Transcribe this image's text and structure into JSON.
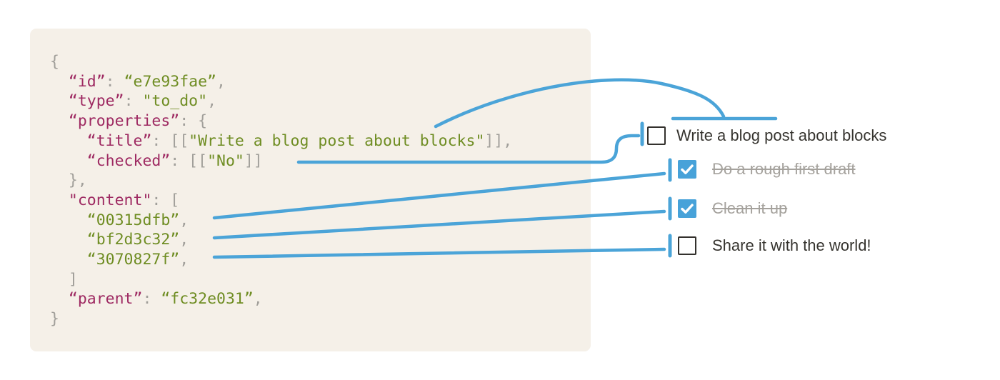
{
  "colors": {
    "arrow_blue": "#4BA4D8",
    "checkbox_blue": "#47A2D9",
    "code_bg": "#F5F0E8",
    "code_key": "#9E2A62",
    "code_value": "#6F8D23",
    "code_punct": "#A19F9A",
    "todo_text_dark": "#36342F",
    "todo_text_done": "#A5A29D"
  },
  "code_block": {
    "language": "json",
    "lines": [
      [
        [
          "p",
          "{"
        ]
      ],
      [
        [
          "p",
          "  "
        ],
        [
          "k",
          "“id”"
        ],
        [
          "p",
          ": "
        ],
        [
          "v",
          "“e7e93fae”"
        ],
        [
          "p",
          ","
        ]
      ],
      [
        [
          "p",
          "  "
        ],
        [
          "k",
          "“type”"
        ],
        [
          "p",
          ": "
        ],
        [
          "v",
          "\"to_do\""
        ],
        [
          "p",
          ","
        ]
      ],
      [
        [
          "p",
          "  "
        ],
        [
          "k",
          "“properties”"
        ],
        [
          "p",
          ": {"
        ]
      ],
      [
        [
          "p",
          "    "
        ],
        [
          "k",
          "“title”"
        ],
        [
          "p",
          ": [["
        ],
        [
          "v",
          "\"Write a blog post about blocks\""
        ],
        [
          "p",
          "]],"
        ]
      ],
      [
        [
          "p",
          "    "
        ],
        [
          "k",
          "“checked”"
        ],
        [
          "p",
          ": [["
        ],
        [
          "v",
          "\"No\""
        ],
        [
          "p",
          "]]"
        ]
      ],
      [
        [
          "p",
          "  },"
        ]
      ],
      [
        [
          "p",
          "  "
        ],
        [
          "k",
          "\"content\""
        ],
        [
          "p",
          ": ["
        ]
      ],
      [
        [
          "p",
          "    "
        ],
        [
          "v",
          "“00315dfb”"
        ],
        [
          "p",
          ","
        ]
      ],
      [
        [
          "p",
          "    "
        ],
        [
          "v",
          "“bf2d3c32”"
        ],
        [
          "p",
          ","
        ]
      ],
      [
        [
          "p",
          "    "
        ],
        [
          "v",
          "“3070827f”"
        ],
        [
          "p",
          ","
        ]
      ],
      [
        [
          "p",
          "  ]"
        ]
      ],
      [
        [
          "p",
          "  "
        ],
        [
          "k",
          "“parent”"
        ],
        [
          "p",
          ": "
        ],
        [
          "v",
          "“fc32e031”"
        ],
        [
          "p",
          ","
        ]
      ],
      [
        [
          "p",
          "}"
        ]
      ]
    ]
  },
  "todo_list": {
    "items": [
      {
        "label": "Write a blog post about blocks",
        "checked": false,
        "completed": false
      },
      {
        "label": "Do a rough first draft",
        "checked": true,
        "completed": true
      },
      {
        "label": "Clean it up",
        "checked": true,
        "completed": true
      },
      {
        "label": "Share it with the world!",
        "checked": false,
        "completed": false
      }
    ]
  },
  "connections": [
    {
      "from": "title property",
      "to": "parent to-do text"
    },
    {
      "from": "checked property",
      "to": "parent to-do checkbox"
    },
    {
      "from": "content id 00315dfb",
      "to": "child to-do: Do a rough first draft"
    },
    {
      "from": "content id bf2d3c32",
      "to": "child to-do: Clean it up"
    },
    {
      "from": "content id 3070827f",
      "to": "child to-do: Share it with the world!"
    }
  ]
}
